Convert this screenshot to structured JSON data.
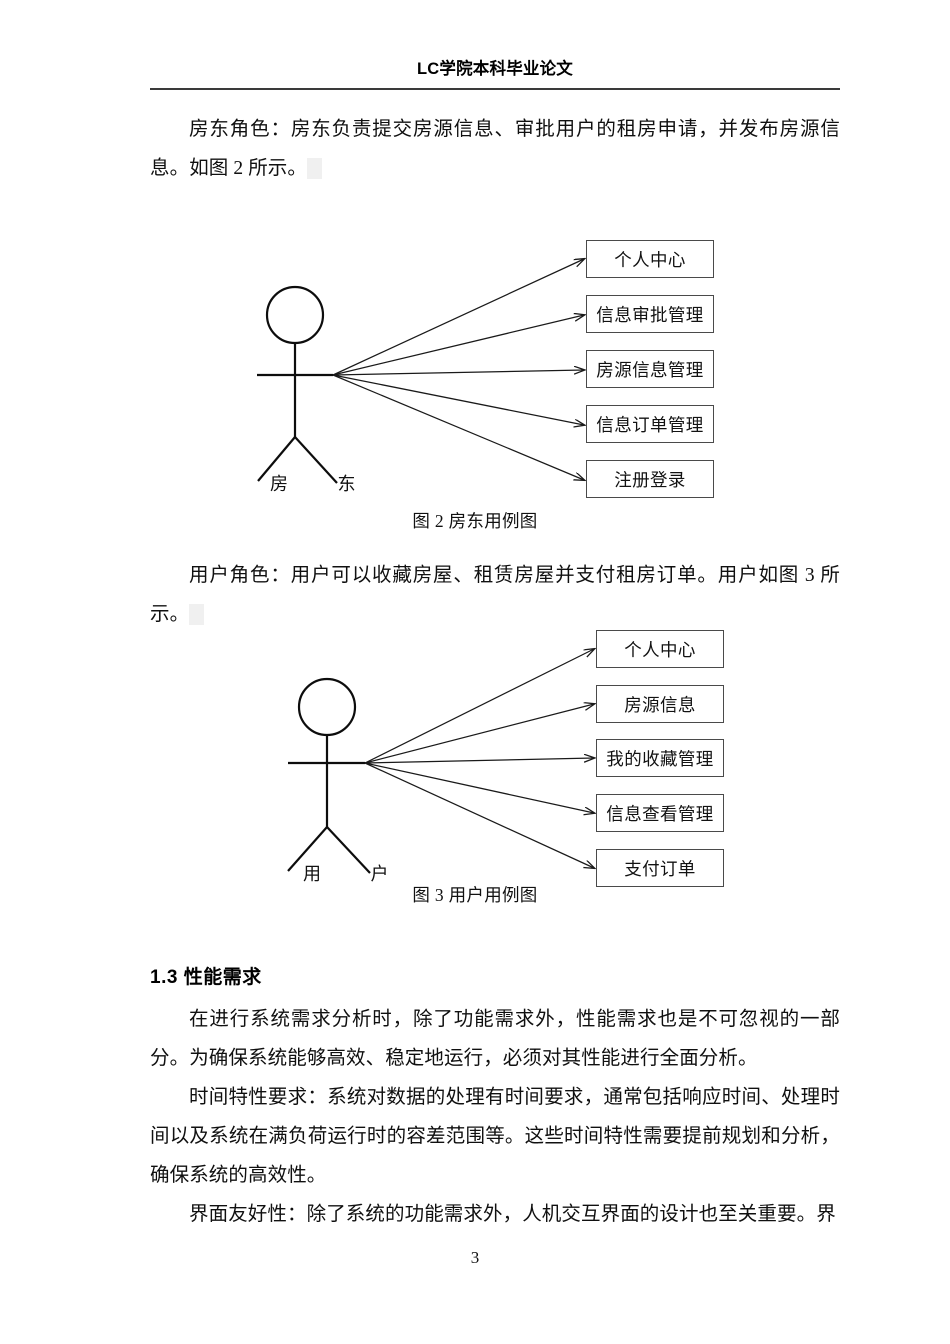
{
  "header": {
    "title": "LC学院本科毕业论文"
  },
  "paragraphs": {
    "landlord_intro": "房东角色：房东负责提交房源信息、审批用户的租房申请，并发布房源信息。如图 2 所示。",
    "user_intro": "用户角色：用户可以收藏房屋、租赁房屋并支付租房订单。用户如图 3 所示。",
    "perf_intro": "在进行系统需求分析时，除了功能需求外，性能需求也是不可忽视的一部分。为确保系统能够高效、稳定地运行，必须对其性能进行全面分析。",
    "time_char": "时间特性要求：系统对数据的处理有时间要求，通常包括响应时间、处理时间以及系统在满负荷运行时的容差范围等。这些时间特性需要提前规划和分析，确保系统的高效性。",
    "ui_friendly": "界面友好性：除了系统的功能需求外，人机交互界面的设计也至关重要。界"
  },
  "section": {
    "number": "1.3",
    "title": "性能需求",
    "heading": "1.3  性能需求"
  },
  "figures": [
    {
      "id": "figure-2",
      "caption": "图 2  房东用例图",
      "actor": "房   东",
      "use_cases": [
        "个人中心",
        "信息审批管理",
        "房源信息管理",
        "信息订单管理",
        "注册登录"
      ]
    },
    {
      "id": "figure-3",
      "caption": "图 3  用户用例图",
      "actor": "用   户",
      "use_cases": [
        "个人中心",
        "房源信息",
        "我的收藏管理",
        "信息查看管理",
        "支付订单"
      ]
    }
  ],
  "footer": {
    "page_number": "3"
  },
  "colors": {
    "text": "#101010",
    "rule": "#3a3a3a",
    "box_border": "#4a4a4a",
    "highlight": "#f0f0f0"
  }
}
